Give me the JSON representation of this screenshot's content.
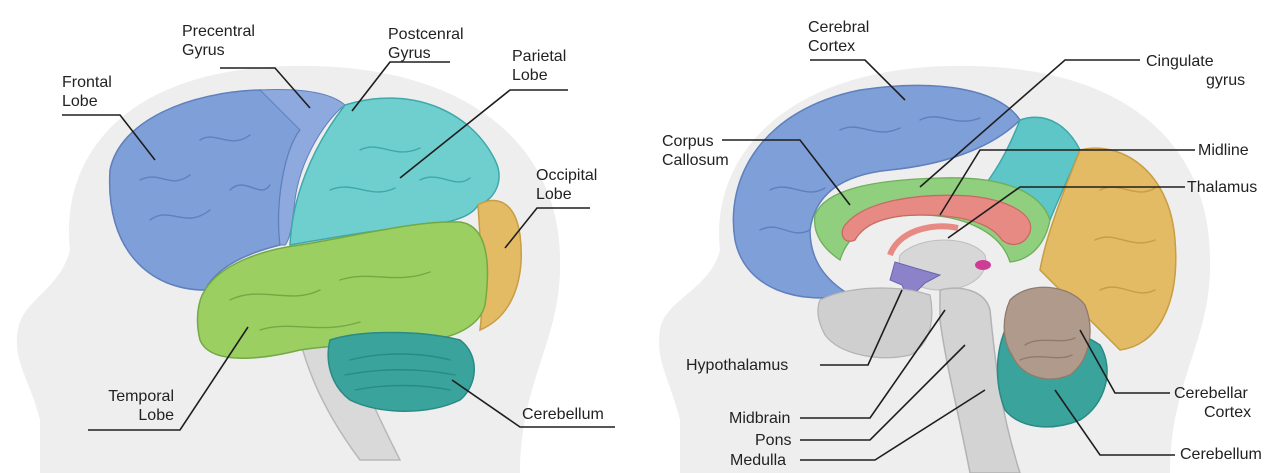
{
  "labels": {
    "left": {
      "precentral_1": "Precentral",
      "precentral_2": "Gyrus",
      "postcentral_1": "Postcenral",
      "postcentral_2": "Gyrus",
      "frontal_1": "Frontal",
      "frontal_2": "Lobe",
      "parietal_1": "Parietal",
      "parietal_2": "Lobe",
      "occipital_1": "Occipital",
      "occipital_2": "Lobe",
      "temporal_1": "Temporal",
      "temporal_2": "Lobe",
      "cerebellum": "Cerebellum"
    },
    "right": {
      "cortex_1": "Cerebral",
      "cortex_2": "Cortex",
      "cingulate_1": "Cingulate",
      "cingulate_2": "gyrus",
      "corpus_1": "Corpus",
      "corpus_2": "Callosum",
      "midline": "Midline",
      "thalamus": "Thalamus",
      "hypothalamus": "Hypothalamus",
      "midbrain": "Midbrain",
      "pons": "Pons",
      "medulla": "Medulla",
      "cerebellar_1": "Cerebellar",
      "cerebellar_2": "Cortex",
      "cerebellum": "Cerebellum"
    }
  },
  "colors": {
    "frontal": "#7f9fd9",
    "gyrus_teal": "#7dd3d3",
    "parietal": "#5fc6c8",
    "occipital": "#e3bb64",
    "temporal": "#9ccf62",
    "cerebellum": "#3aa49c",
    "limbic": "#8fcf7d",
    "corpus": "#e88a84",
    "hypothalamus": "#8b83c9",
    "pineal": "#cc3e96",
    "cerebellar_cortex": "#b09a8b",
    "head": "#efeeee",
    "line": "#1e1e1e"
  },
  "icons": [
    "lateral-brain-illustration",
    "sagittal-brain-illustration"
  ]
}
